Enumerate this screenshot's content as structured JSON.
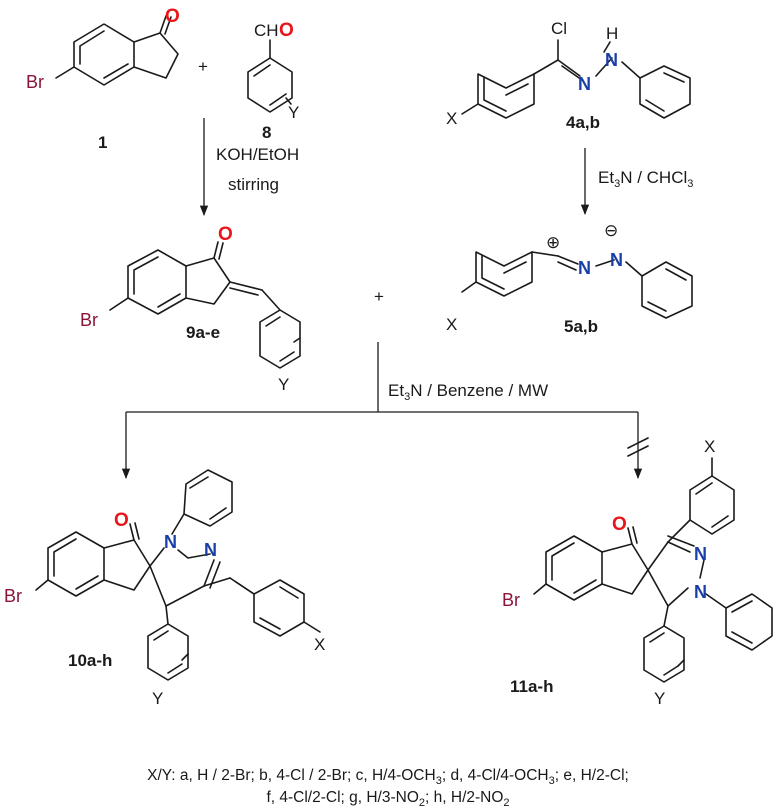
{
  "compounds": {
    "c1": "1",
    "c8": "8",
    "c4": "4a,b",
    "c5": "5a,b",
    "c9": "9a-e",
    "c10": "10a-h",
    "c11": "11a-h"
  },
  "atoms": {
    "O": "O",
    "Br": "Br",
    "Cl": "Cl",
    "H": "H",
    "N": "N",
    "X": "X",
    "Y": "Y",
    "CH": "CH",
    "plus_charge": "⊕",
    "minus_charge": "⊖",
    "plus": "+"
  },
  "conditions": {
    "step1_line1": "KOH/EtOH",
    "step1_line2": "stirring",
    "step2_a": "Et",
    "step2_b": "3",
    "step2_c": "N / CHCl",
    "step2_d": "3",
    "step3_a": "Et",
    "step3_b": "3",
    "step3_c": "N / Benzene / MW"
  },
  "footnote": {
    "line1_a": "X/Y: a, H / 2-Br; b, 4-Cl / 2-Br; c, H/4-OCH",
    "line1_b": "3",
    "line1_c": "; d, 4-Cl/4-OCH",
    "line1_d": "3",
    "line1_e": "; e, H/2-Cl;",
    "line2_a": "f, 4-Cl/2-Cl; g, H/3-NO",
    "line2_b": "2",
    "line2_c": "; h, H/2-NO",
    "line2_d": "2"
  }
}
